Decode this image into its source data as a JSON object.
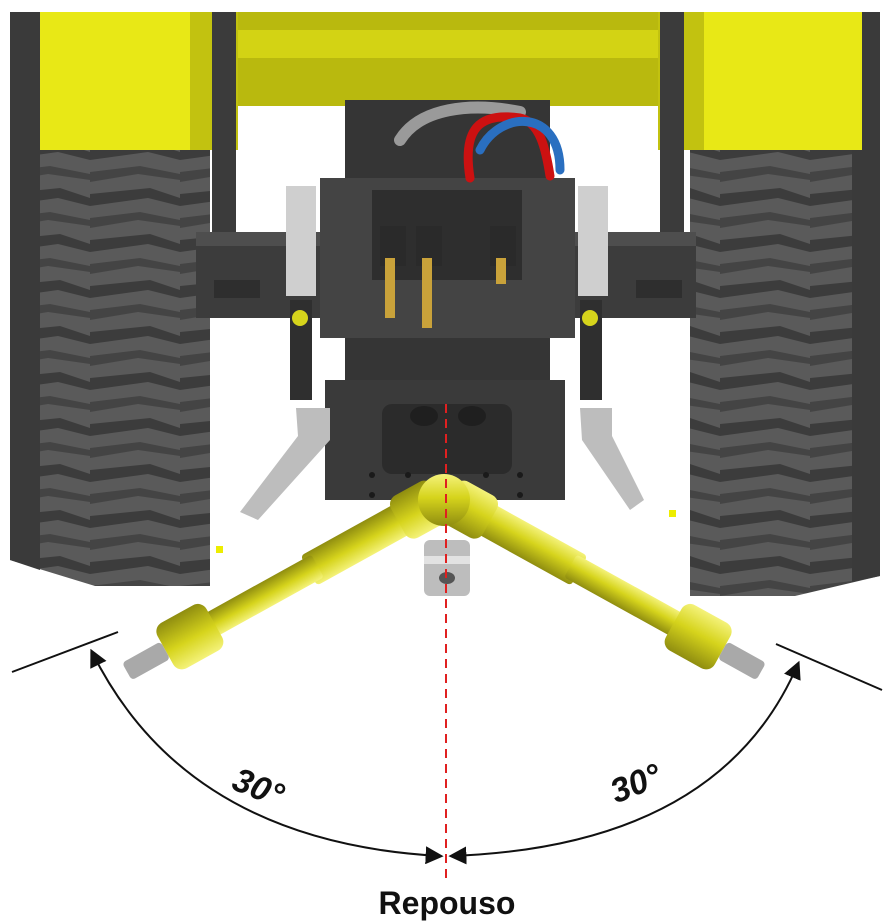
{
  "labels": {
    "left_angle": "30°",
    "right_angle": "30°",
    "rest": "Repouso"
  },
  "colors": {
    "shaft_yellow": "#d6d41c",
    "fender_yellow": "#e8e816",
    "tire_gray": "#555555",
    "body_gray": "#3f3f3f",
    "centerline_red": "#e02020",
    "arrow_black": "#111111",
    "hose_red": "#cc1111",
    "hose_blue": "#2a6fc0"
  },
  "icons": [
    "tractor-rear-illustration",
    "pto-shaft-left",
    "pto-shaft-right",
    "angle-arc-arrow"
  ]
}
